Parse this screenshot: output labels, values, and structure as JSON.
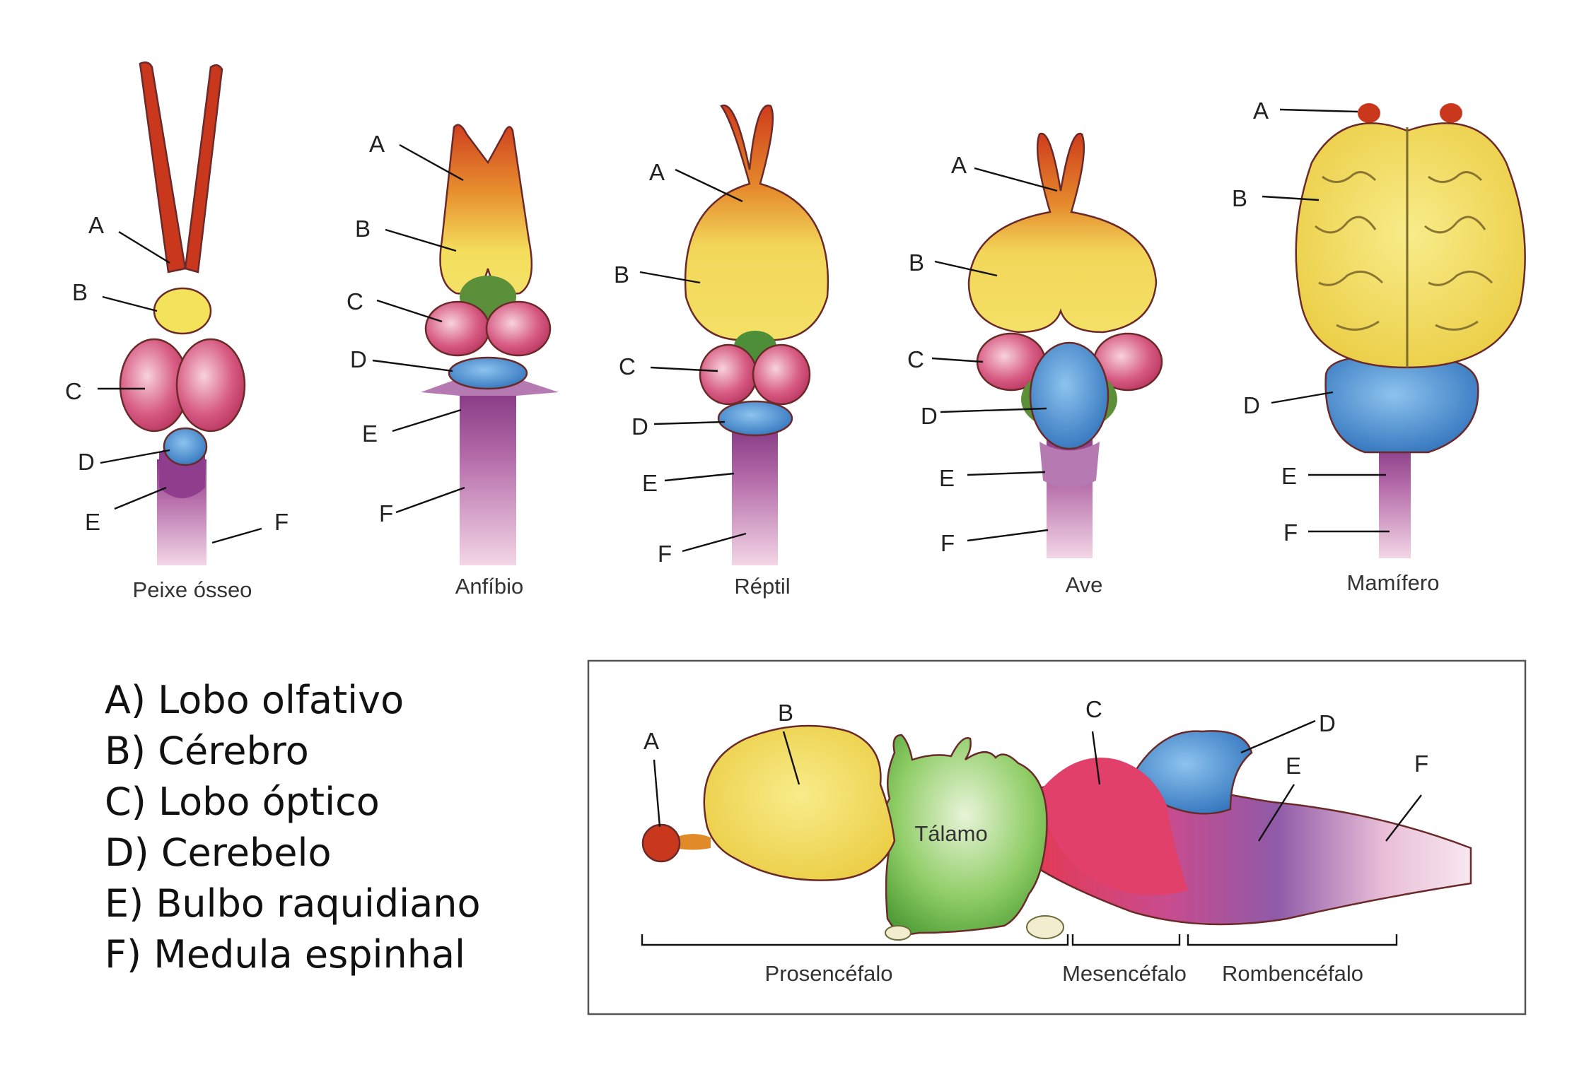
{
  "animals": [
    {
      "caption": "Peixe ósseo",
      "labels": [
        "A",
        "B",
        "C",
        "D",
        "E",
        "F"
      ]
    },
    {
      "caption": "Anfíbio",
      "labels": [
        "A",
        "B",
        "C",
        "D",
        "E",
        "F"
      ]
    },
    {
      "caption": "Réptil",
      "labels": [
        "A",
        "B",
        "C",
        "D",
        "E",
        "F"
      ]
    },
    {
      "caption": "Ave",
      "labels": [
        "A",
        "B",
        "C",
        "D",
        "E",
        "F"
      ]
    },
    {
      "caption": "Mamífero",
      "labels": [
        "A",
        "B",
        "D",
        "E",
        "F"
      ]
    }
  ],
  "legend": [
    "A) Lobo olfativo",
    "B) Cérebro",
    "C) Lobo óptico",
    "D) Cerebelo",
    "E) Bulbo raquidiano",
    "F) Medula espinhal"
  ],
  "embryo": {
    "labels": [
      "A",
      "B",
      "C",
      "D",
      "E",
      "F"
    ],
    "thalamus": "Tálamo",
    "regions": [
      "Prosencéfalo",
      "Mesencéfalo",
      "Rombencéfalo"
    ]
  },
  "colors": {
    "olfactory": "#c8381c",
    "cerebrum": "#f3e05a",
    "optic": "#d04a72",
    "cerebellum": "#3f8fd6",
    "medulla": "#a05a9c",
    "spinal": "#ecc8df",
    "thalamus": "#6ab84a"
  }
}
